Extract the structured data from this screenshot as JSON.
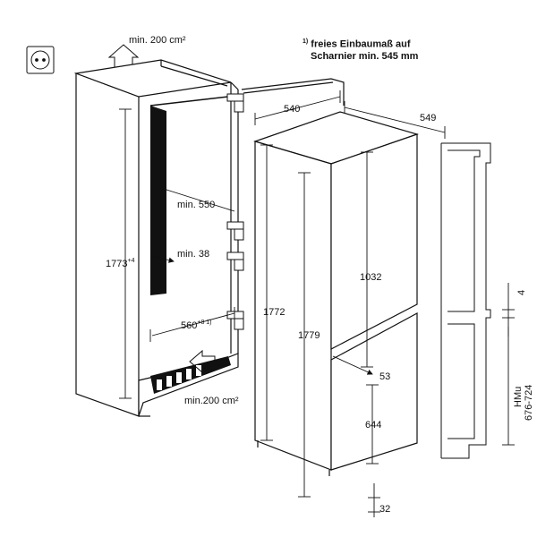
{
  "note": {
    "marker": "1)",
    "line1": "freies Einbaumaß auf",
    "line2": "Scharnier min. 545 mm"
  },
  "labels": {
    "vent_top": "min. 200 cm²",
    "vent_bottom": "min.200 cm²",
    "width_540": "540",
    "width_549": "549",
    "depth_550": "min. 550",
    "gap_38": "min. 38",
    "niche_height": "1773",
    "niche_height_sup": "+4",
    "niche_width": "560",
    "niche_width_sup": "+8 1)",
    "appliance_1772": "1772",
    "appliance_1779": "1779",
    "upper_door_1032": "1032",
    "gap_53": "53",
    "lower_door_644": "644",
    "bottom_32": "32",
    "gap_4": "4",
    "hmu_label": "HMu",
    "hmu_range": "676-724"
  },
  "icons": [
    "socket-icon",
    "vent-up-arrow-icon",
    "vent-in-arrow-icon"
  ]
}
